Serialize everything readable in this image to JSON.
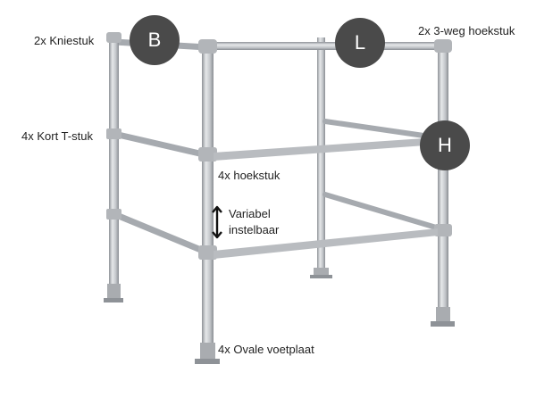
{
  "labels": {
    "kniestuk": "2x Kniestuk",
    "driewegHoekstuk": "2x 3-weg hoekstuk",
    "kortTStuk": "4x Kort T-stuk",
    "hoekstuk": "4x hoekstuk",
    "variabel": "Variabel",
    "instelbaar": "instelbaar",
    "ovaleVoetplaat": "4x Ovale voetplaat"
  },
  "badges": {
    "b": "B",
    "l": "L",
    "h": "H"
  },
  "colors": {
    "badge": "#4a4a4a",
    "badgeText": "#ffffff",
    "pipe": "#c9ccd0",
    "pipeShade": "#9ea2a7",
    "text": "#222222"
  },
  "icons": {
    "variable": "double-arrow-vertical-icon"
  }
}
